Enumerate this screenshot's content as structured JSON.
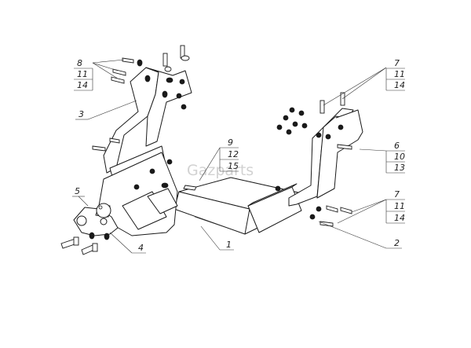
{
  "watermark": "Gazparts",
  "callouts": {
    "c1": [
      "8",
      "11",
      "14"
    ],
    "c2": [
      "7",
      "11",
      "14"
    ],
    "c3": [
      "6",
      "10",
      "13"
    ],
    "c4": [
      "7",
      "11",
      "14"
    ],
    "c5": [
      "9",
      "12",
      "15"
    ]
  },
  "labels": {
    "p1": "1",
    "p2": "2",
    "p3": "3",
    "p4": "4",
    "p5": "5"
  }
}
